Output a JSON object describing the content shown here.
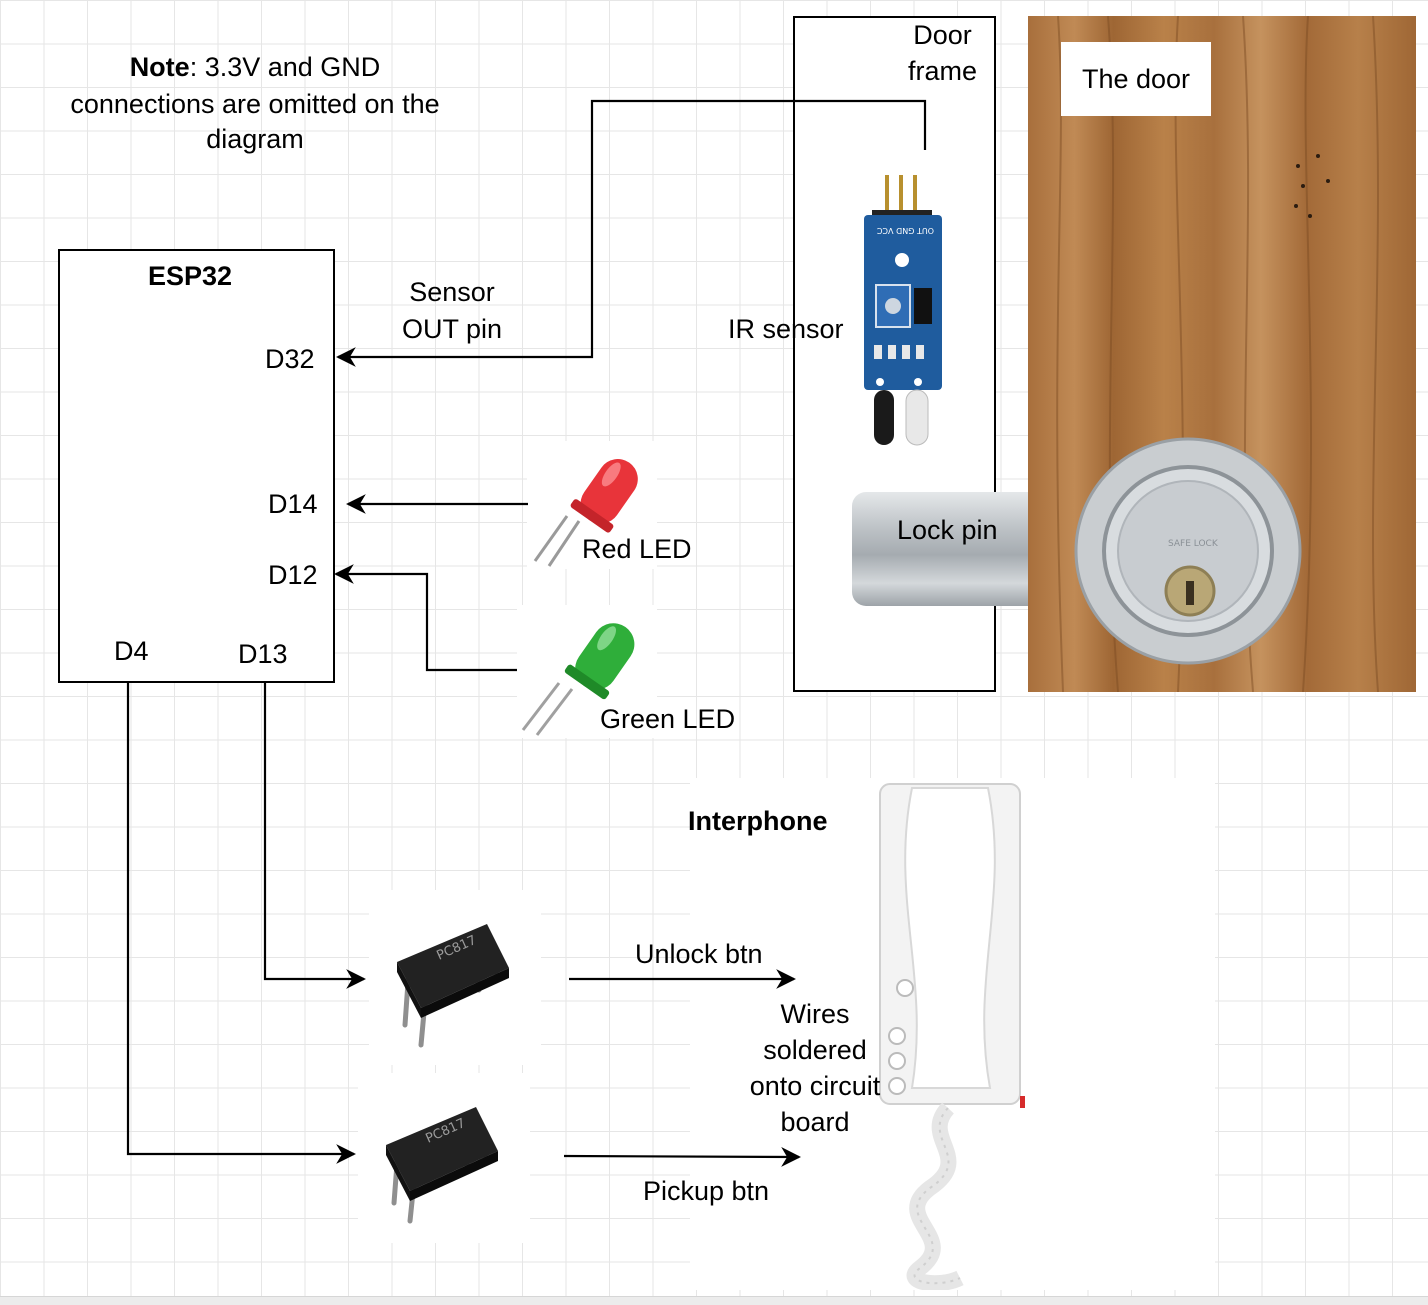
{
  "note": {
    "bold": "Note",
    "line1_rest": ": 3.3V and GND",
    "line2": "connections are omitted on the",
    "line3": "diagram"
  },
  "esp32": {
    "title": "ESP32",
    "pins": {
      "d32": "D32",
      "d14": "D14",
      "d12": "D12",
      "d4": "D4",
      "d13": "D13"
    }
  },
  "labels": {
    "sensor_out_1": "Sensor",
    "sensor_out_2": "OUT pin",
    "ir_sensor": "IR sensor",
    "door_frame_1": "Door",
    "door_frame_2": "frame",
    "the_door": "The door",
    "lock_pin": "Lock pin",
    "red_led": "Red LED",
    "green_led": "Green LED",
    "interphone": "Interphone",
    "unlock_btn": "Unlock btn",
    "pickup_btn": "Pickup btn",
    "wires_1": "Wires",
    "wires_2": "soldered",
    "wires_3": "onto circuit",
    "wires_4": "board"
  },
  "components": {
    "ir_sensor_silk": "OUT GND VCC",
    "optocoupler_marking": "PC817",
    "deadbolt_marking": "SAFE LOCK"
  },
  "colors": {
    "wood": "#b07a45",
    "pcb": "#1f5c9e",
    "led_red": "#e8343a",
    "led_green": "#2fae3a",
    "lock_pin": "#c9ced2"
  }
}
